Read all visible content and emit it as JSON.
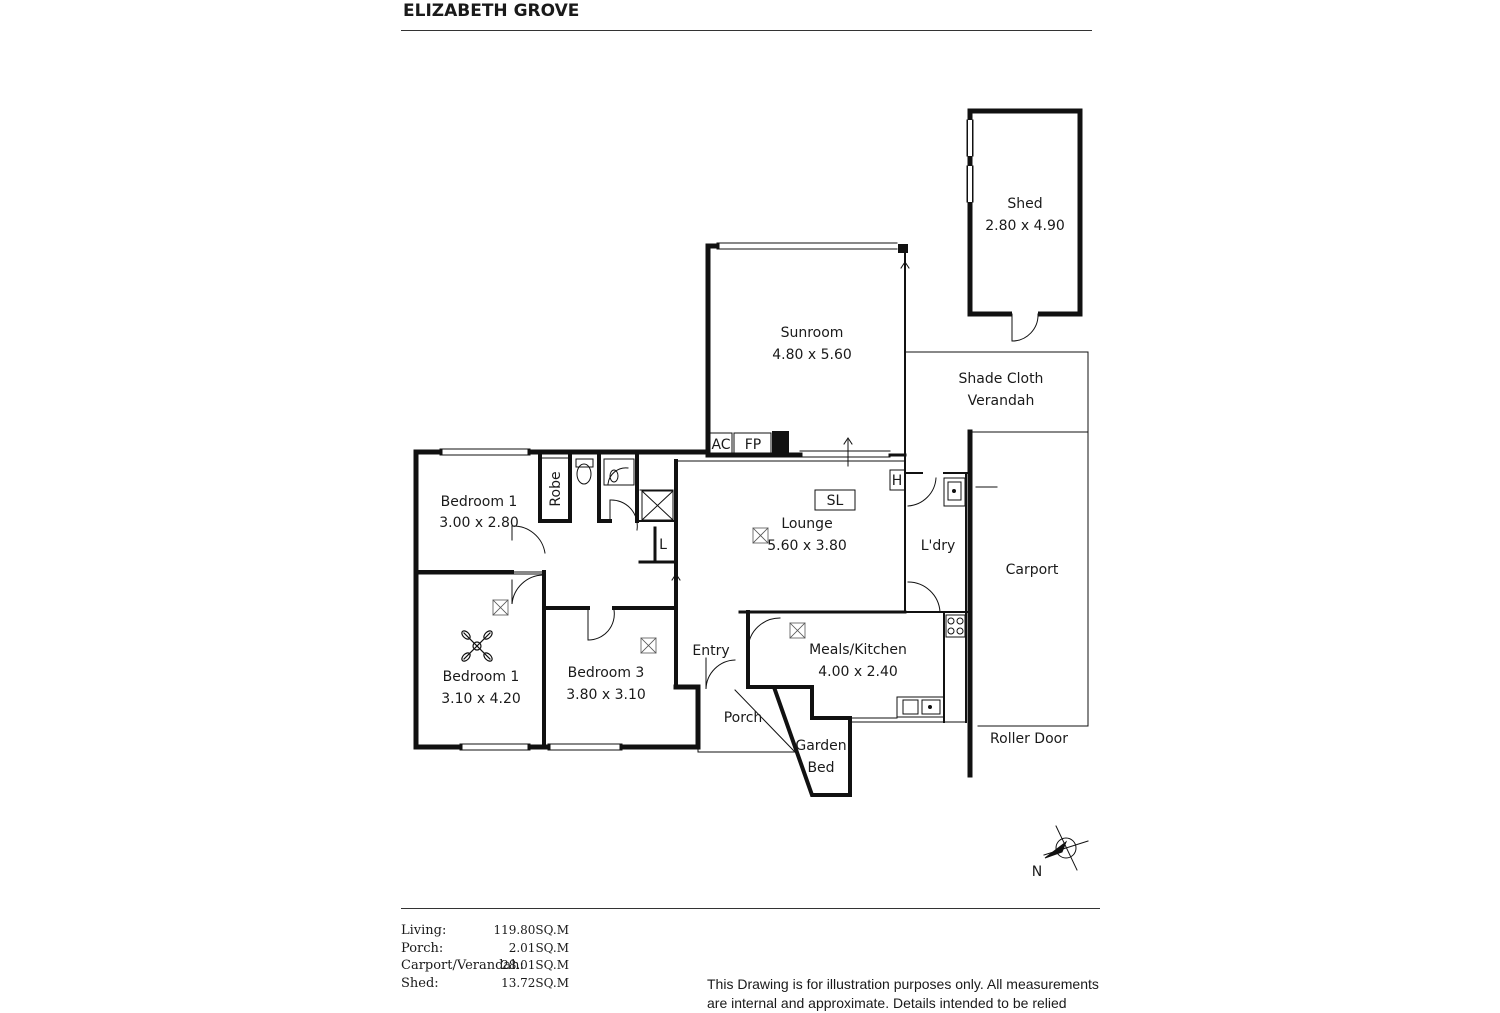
{
  "title": "ELIZABETH GROVE",
  "rooms": {
    "shed": {
      "name": "Shed",
      "size": "2.80 x 4.90"
    },
    "sunroom": {
      "name": "Sunroom",
      "size": "4.80 x 5.60"
    },
    "shade_cloth": {
      "line1": "Shade Cloth",
      "line2": "Verandah"
    },
    "bedroom_top": {
      "name": "Bedroom 1",
      "size": "3.00 x 2.80"
    },
    "robe": "Robe",
    "lounge": {
      "name": "Lounge",
      "size": "5.60 x 3.80"
    },
    "sl": "SL",
    "ac": "AC",
    "fp": "FP",
    "h": "H",
    "l": "L",
    "laundry": "L'dry",
    "carport": "Carport",
    "bedroom_bottom": {
      "name": "Bedroom 1",
      "size": "3.10 x 4.20"
    },
    "bedroom3": {
      "name": "Bedroom 3",
      "size": "3.80 x 3.10"
    },
    "entry": "Entry",
    "meals_kitchen": {
      "name": "Meals/Kitchen",
      "size": "4.00 x 2.40"
    },
    "porch": "Porch",
    "garden_bed": {
      "line1": "Garden",
      "line2": "Bed"
    },
    "roller_door": "Roller Door"
  },
  "compass": {
    "label": "N"
  },
  "areas": [
    {
      "label": "Living:",
      "value": "119.80SQ.M"
    },
    {
      "label": "Porch:",
      "value": "2.01SQ.M"
    },
    {
      "label": "Carport/Verandah:",
      "value": "28.01SQ.M"
    },
    {
      "label": "Shed:",
      "value": "13.72SQ.M"
    }
  ],
  "disclaimer": "This Drawing is for illustration purposes only. All measurements are internal and approximate. Details intended to be relied"
}
